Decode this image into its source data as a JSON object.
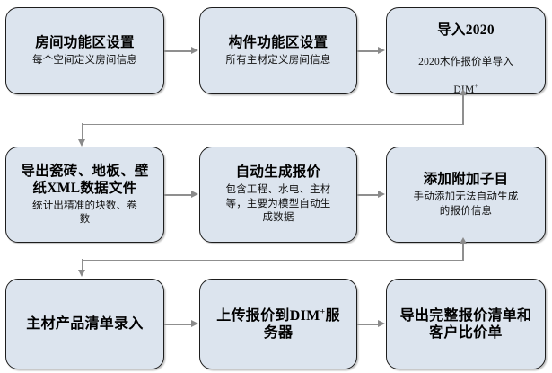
{
  "diagram": {
    "type": "flowchart",
    "direction": "left-to-right, wrapping top-to-bottom (3 rows x 3 columns)",
    "colors": {
      "node_fill": "#dce4ee",
      "node_border": "#1d1d1d",
      "connector": "#8a8a8a",
      "text": "#000000",
      "background": "#ffffff"
    },
    "nodes": [
      {
        "id": "n1",
        "title": "房间功能区设置",
        "subtitle": "每个空间定义房间信息"
      },
      {
        "id": "n2",
        "title": "构件功能区设置",
        "subtitle": "所有主材定义房间信息"
      },
      {
        "id": "n3",
        "title": "导入2020",
        "subtitle": "2020木作报价单导入\nDIM+"
      },
      {
        "id": "n4",
        "title": "导出瓷砖、地板、壁\n纸XML数据文件",
        "subtitle": "统计出精准的块数、卷\n数"
      },
      {
        "id": "n5",
        "title": "自动生成报价",
        "subtitle": "包含工程、水电、主材\n等，主要为模型自动生\n成数据"
      },
      {
        "id": "n6",
        "title": "添加附加子目",
        "subtitle": "手动添加无法自动生成\n的报价信息"
      },
      {
        "id": "n7",
        "title": "主材产品清单录入",
        "subtitle": ""
      },
      {
        "id": "n8",
        "title": "上传报价到DIM+服\n务器",
        "subtitle": ""
      },
      {
        "id": "n9",
        "title": "导出完整报价清单和\n客户比价单",
        "subtitle": ""
      }
    ],
    "edges": [
      {
        "from": "n1",
        "to": "n2",
        "style": "straight-right"
      },
      {
        "from": "n2",
        "to": "n3",
        "style": "straight-right"
      },
      {
        "from": "n3",
        "to": "n4",
        "style": "elbow-down-left-down"
      },
      {
        "from": "n4",
        "to": "n5",
        "style": "straight-right"
      },
      {
        "from": "n5",
        "to": "n6",
        "style": "straight-right"
      },
      {
        "from": "n6",
        "to": "n7",
        "style": "elbow-down-left-down"
      },
      {
        "from": "n7",
        "to": "n8",
        "style": "straight-right"
      },
      {
        "from": "n8",
        "to": "n9",
        "style": "straight-right"
      }
    ]
  }
}
